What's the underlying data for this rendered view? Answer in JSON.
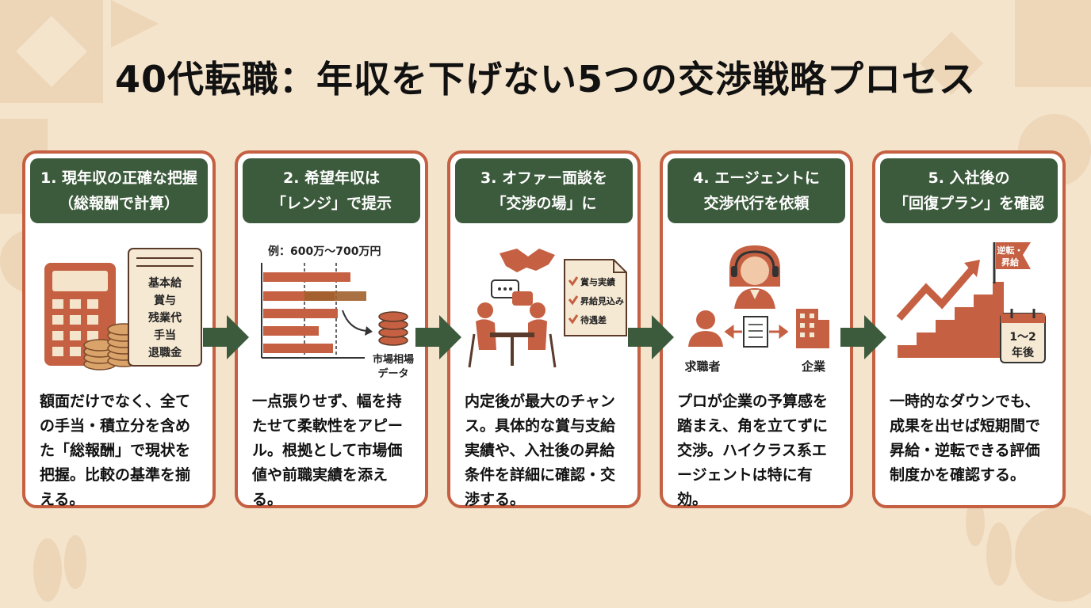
{
  "title": "40代転職：年収を下げない5つの交渉戦略プロセス",
  "steps": [
    {
      "head1": "1. 現年収の正確な把握",
      "head2": "（総報酬で計算）",
      "items": [
        "基本給",
        "賞与",
        "残業代",
        "手当",
        "退職金"
      ],
      "body": [
        "額面だけでなく、全て",
        "の手当・積立分を含め",
        "た「総報酬」で現状を",
        "把握。比較の基準を揃",
        "える。"
      ]
    },
    {
      "head1": "2. 希望年収は",
      "head2": "「レンジ」で提示",
      "example": "例：600万〜700万円",
      "data_label1": "市場相場",
      "data_label2": "データ",
      "body": [
        "一点張りせず、幅を持",
        "たせて柔軟性をアピー",
        "ル。根拠として市場価",
        "値や前職実績を添え",
        "る。"
      ]
    },
    {
      "head1": "3. オファー面談を",
      "head2": "「交渉の場」に",
      "checklist": [
        "賞与実績",
        "昇給見込み",
        "待遇差"
      ],
      "body": [
        "内定後が最大のチャン",
        "ス。具体的な賞与支給",
        "実績や、入社後の昇給",
        "条件を詳細に確認・交",
        "渉する。"
      ]
    },
    {
      "head1": "4. エージェントに",
      "head2": "交渉代行を依頼",
      "label_left": "求職者",
      "label_right": "企業",
      "body": [
        "プロが企業の予算感を",
        "踏まえ、角を立てずに",
        "交渉。ハイクラス系エ",
        "ージェントは特に有効。"
      ]
    },
    {
      "head1": "5. 入社後の",
      "head2": "「回復プラン」を確認",
      "flag1": "逆転・",
      "flag2": "昇給",
      "cal1": "1〜2",
      "cal2": "年後",
      "body": [
        "一時的なダウンでも、",
        "成果を出せば短期間で",
        "昇給・逆転できる評価",
        "制度かを確認する。"
      ]
    }
  ],
  "colors": {
    "background": "#f4e4cc",
    "accent": "#c56042",
    "header_green": "#3c5a3c",
    "text": "#111111"
  }
}
